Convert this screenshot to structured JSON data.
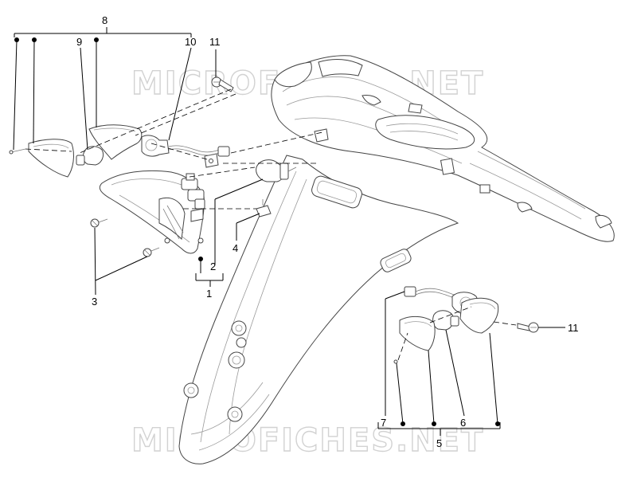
{
  "watermark": {
    "text": "MICROFICHES.NET",
    "color": "#d2d2d2"
  },
  "callouts": {
    "c1": "1",
    "c2": "2",
    "c3": "3",
    "c4": "4",
    "c5": "5",
    "c6": "6",
    "c7": "7",
    "c8": "8",
    "c9": "9",
    "c10": "10",
    "c11a": "11",
    "c11b": "11"
  },
  "colors": {
    "line": "#444444",
    "callout": "#000000",
    "background": "#ffffff"
  }
}
